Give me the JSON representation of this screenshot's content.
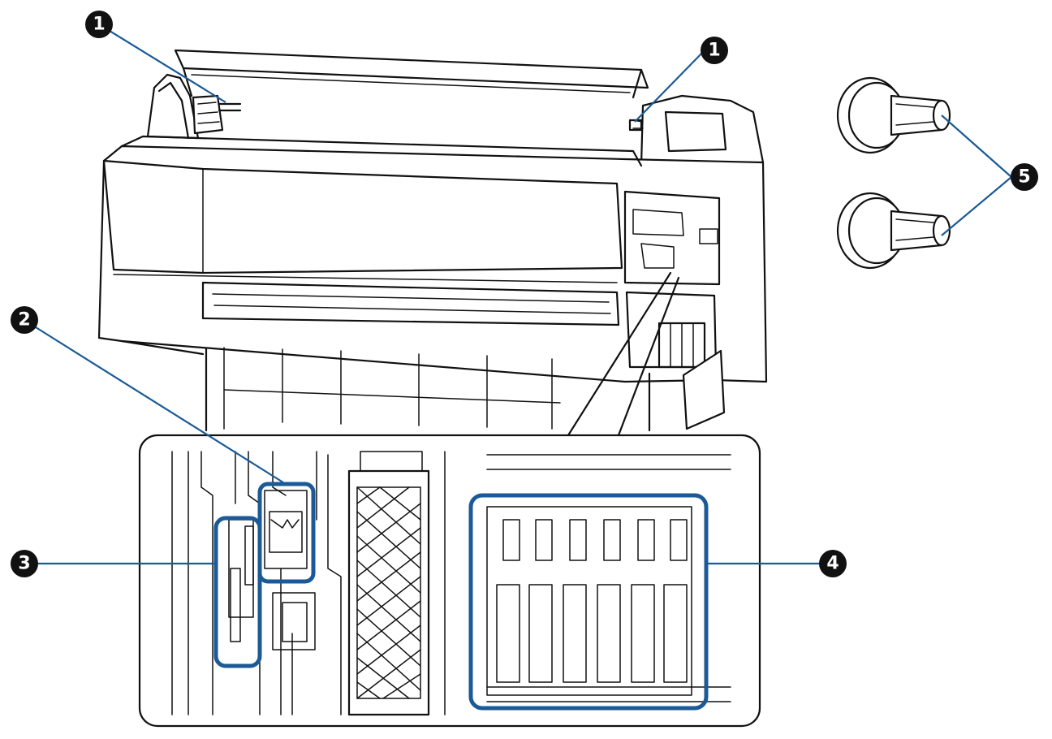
{
  "figure": {
    "colors": {
      "line": "#111111",
      "highlight": "#1b5a96",
      "callout_fill": "#111111",
      "callout_text": "#ffffff"
    },
    "callouts": [
      {
        "id": "callout-1a",
        "label": "1"
      },
      {
        "id": "callout-1b",
        "label": "1"
      },
      {
        "id": "callout-2",
        "label": "2"
      },
      {
        "id": "callout-3",
        "label": "3"
      },
      {
        "id": "callout-4",
        "label": "4"
      },
      {
        "id": "callout-5",
        "label": "5"
      }
    ]
  }
}
